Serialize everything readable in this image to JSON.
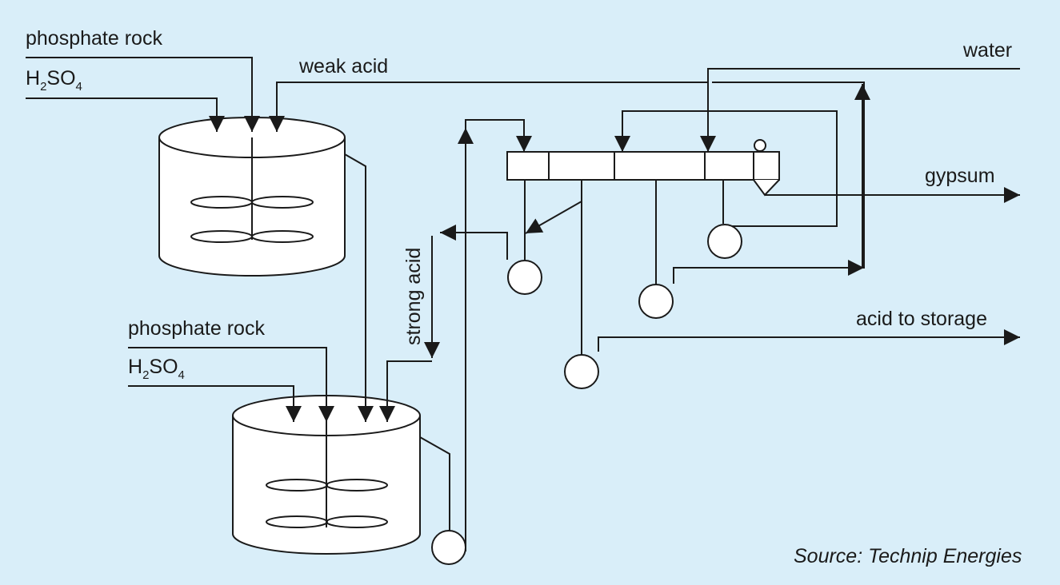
{
  "labels": {
    "phosphate_rock_top": "phosphate rock",
    "h2so4_top": {
      "h": "H",
      "s1": "2",
      "so": "SO",
      "s2": "4"
    },
    "weak_acid": "weak acid",
    "water": "water",
    "gypsum": "gypsum",
    "strong_acid": "strong acid",
    "acid_to_storage": "acid to storage",
    "phosphate_rock_bottom": "phosphate rock",
    "h2so4_bottom": {
      "h": "H",
      "s1": "2",
      "so": "SO",
      "s2": "4"
    },
    "source": "Source: Technip Energies"
  },
  "colors": {
    "background": "#d9eef9",
    "line": "#1a1a1a",
    "fill": "#ffffff"
  }
}
